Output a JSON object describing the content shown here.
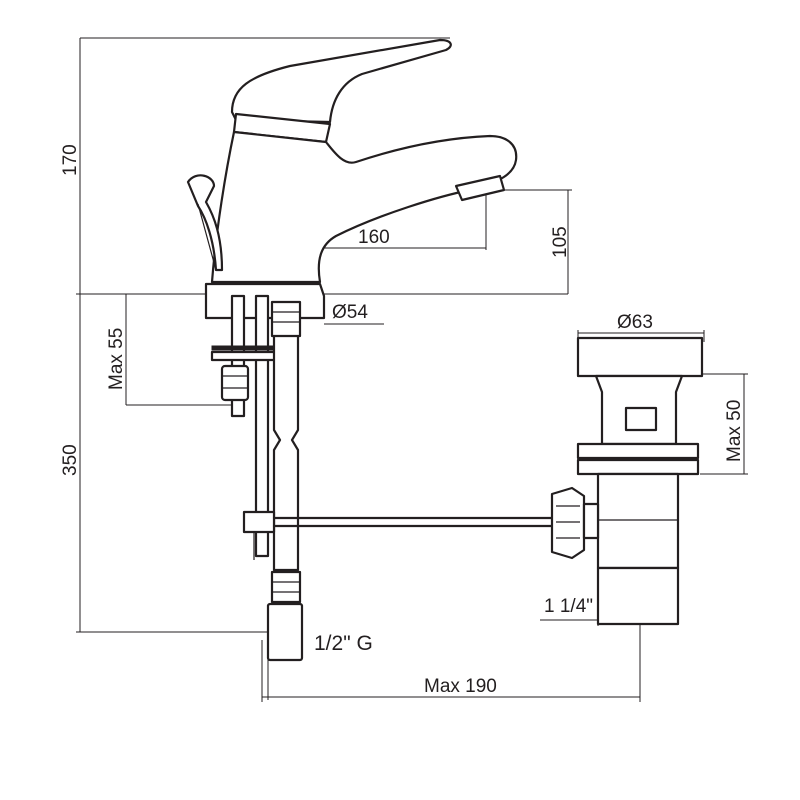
{
  "dimensions": {
    "height_above_deck": "170",
    "height_below_deck": "350",
    "spout_reach": "160",
    "spout_height": "105",
    "base_diameter": "Ø54",
    "max_deck_thickness": "Max 55",
    "waste_diameter": "Ø63",
    "waste_max_height": "Max 50",
    "waste_thread": "1 1/4\"",
    "supply_thread": "1/2\" G",
    "max_projection": "Max 190"
  }
}
